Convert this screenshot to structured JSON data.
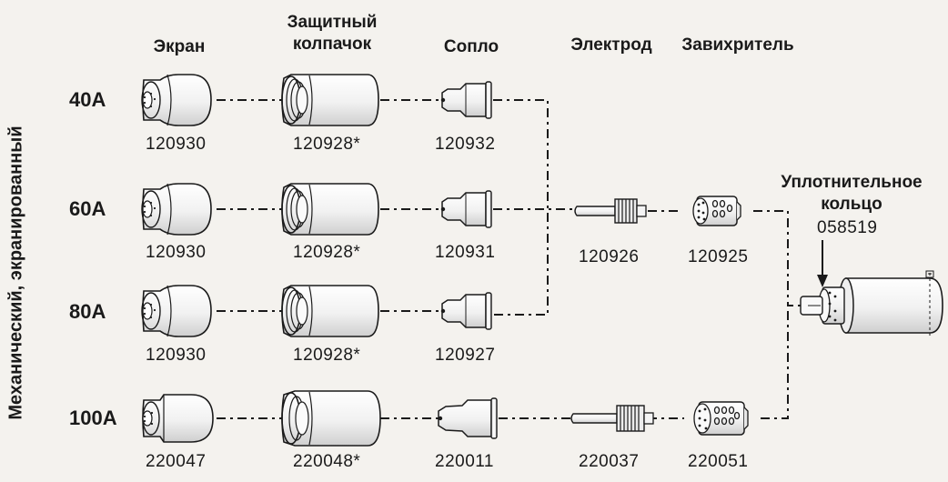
{
  "side_title": "Механический, экранированный",
  "headers": {
    "shield": "Экран",
    "cap_line1": "Защитный",
    "cap_line2": "колпачок",
    "nozzle": "Сопло",
    "electrode": "Электрод",
    "swirl_ring": "Завихритель",
    "oring_line1": "Уплотнительное",
    "oring_line2": "кольцо",
    "oring_part": "058519"
  },
  "rows": [
    {
      "amp": "40A",
      "shield": "120930",
      "cap": "120928*",
      "nozzle": "120932"
    },
    {
      "amp": "60A",
      "shield": "120930",
      "cap": "120928*",
      "nozzle": "120931"
    },
    {
      "amp": "80A",
      "shield": "120930",
      "cap": "120928*",
      "nozzle": "120927"
    },
    {
      "amp": "100A",
      "shield": "220047",
      "cap": "220048*",
      "nozzle": "220011"
    }
  ],
  "shared_group": {
    "electrode": "120926",
    "swirl_ring": "120925"
  },
  "group_100a": {
    "electrode": "220037",
    "swirl_ring": "220051"
  },
  "colors": {
    "background": "#f4f2ee",
    "line": "#1a1a1a"
  }
}
